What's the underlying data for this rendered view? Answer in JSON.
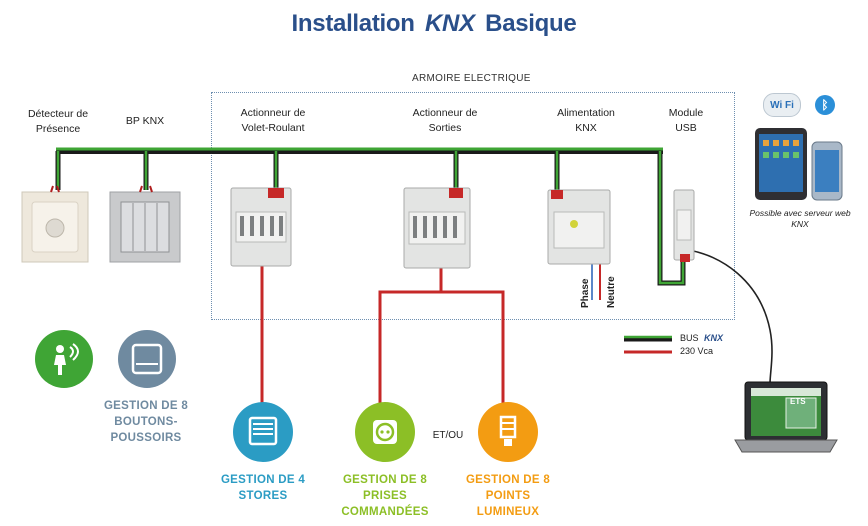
{
  "title": {
    "prefix": "Installation",
    "logo": "KNX",
    "suffix": "Basique"
  },
  "cabinet_label": "ARMOIRE ELECTRIQUE",
  "devices": {
    "detector": "Détecteur de Présence",
    "bp_knx": "BP KNX",
    "actionneur_volet": "Actionneur de Volet-Roulant",
    "actionneur_sorties": "Actionneur de Sorties",
    "alimentation": "Alimentation KNX",
    "module_usb": "Module USB"
  },
  "phase_label": "Phase",
  "neutre_label": "Neutre",
  "tablet_note": "Possible avec serveur web KNX",
  "wifi_label": "Wi Fi",
  "legend": {
    "bus": "BUS",
    "bus_logo": "KNX",
    "power": "230 Vca"
  },
  "colors": {
    "bus_green": "#3fa535",
    "power_red": "#c62828",
    "teal": "#2b9cc4",
    "lime": "#8cbf26",
    "orange": "#f39c12",
    "slate": "#6f8aa0"
  },
  "functions": {
    "boutons": "GESTION DE 8 BOUTONS-POUSSOIRS",
    "stores": "GESTION DE 4 STORES",
    "prises": "GESTION DE 8 PRISES COMMANDÉES",
    "et_ou": "ET/OU",
    "points": "GESTION DE 8 POINTS LUMINEUX"
  },
  "laptop_screen": "ETS",
  "icons": [
    "presence-icon",
    "pushbutton-icon",
    "shutter-icon",
    "socket-icon",
    "bulb-icon",
    "wifi-icon",
    "bluetooth-icon"
  ]
}
